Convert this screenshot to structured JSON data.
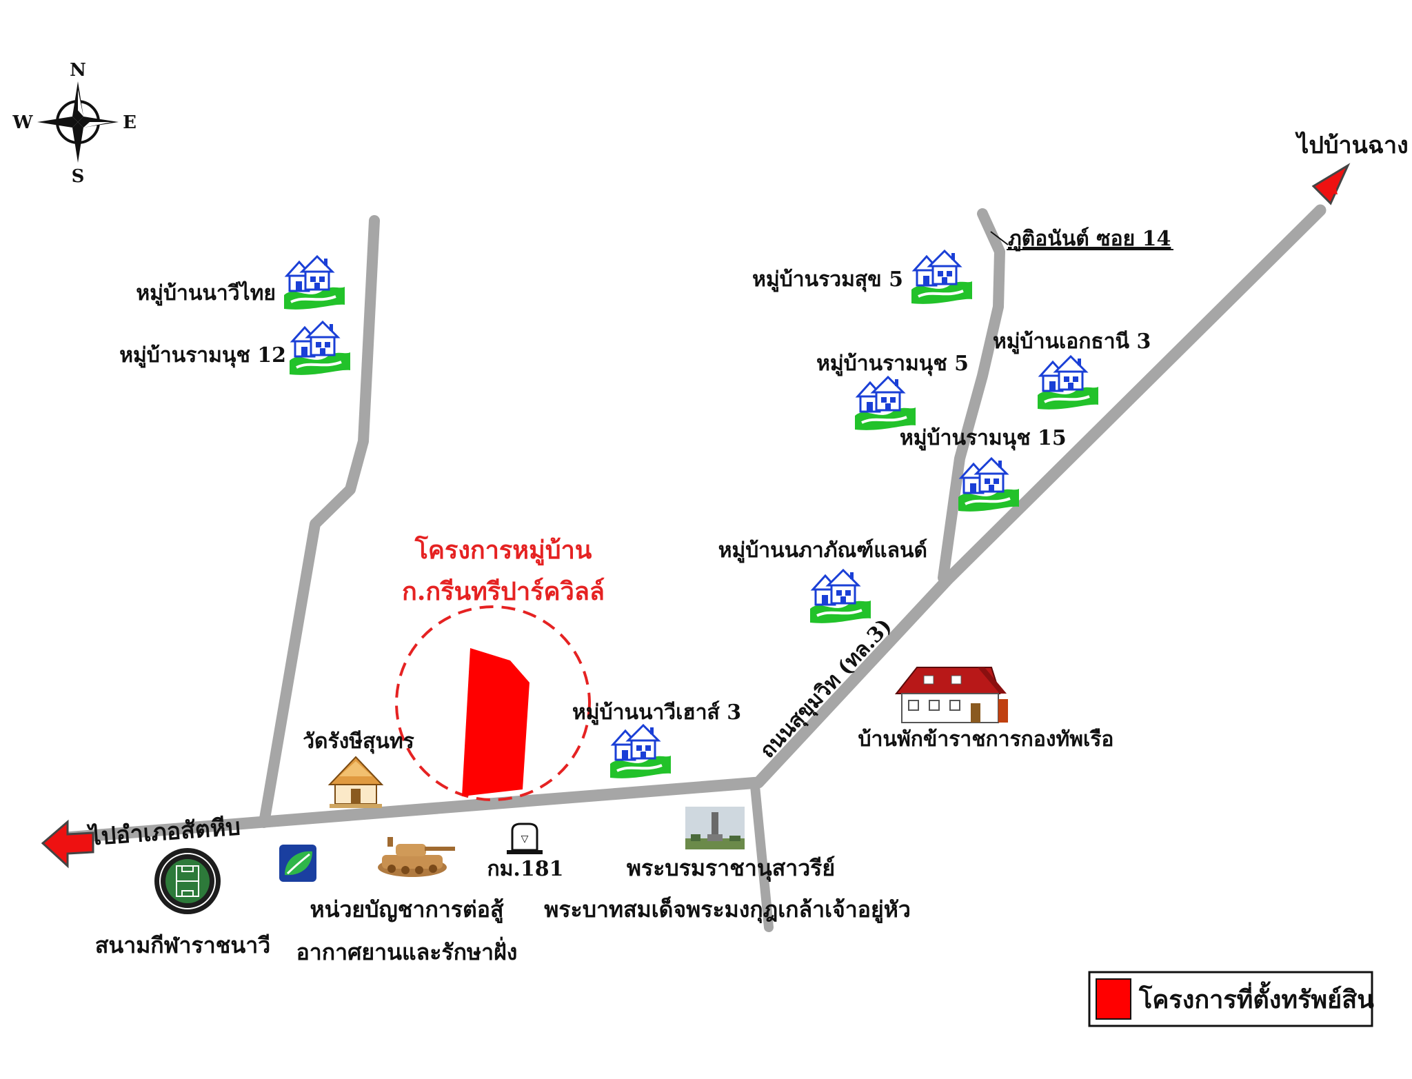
{
  "colors": {
    "road": "#a6a6a6",
    "project": "#ff0000",
    "project_label": "#e52222",
    "arrow": "#ee1111",
    "house_blue": "#1a3fd6",
    "house_green": "#22c22a",
    "text": "#111111"
  },
  "compass": {
    "n": "N",
    "s": "S",
    "e": "E",
    "w": "W"
  },
  "directions": {
    "to_ban_chang": "ไปบ้านฉาง",
    "to_sattahip": "ไปอำเภอสัตหีบ"
  },
  "project": {
    "line1": "โครงการหมู่บ้าน",
    "line2": "ก.กรีนทรีปาร์ควิลล์"
  },
  "roads": {
    "sukhumvit": "ถนนสุขุมวิท (ทล.3)",
    "soi": "ภูติอนันต์ ซอย 14"
  },
  "villages": {
    "navi_thai": "หมู่บ้านนาวีไทย",
    "rammanuch_12": "หมู่บ้านรามนุช  12",
    "ruamsuk_5": "หมู่บ้านรวมสุข  5",
    "aekthani_3": "หมู่บ้านเอกธานี  3",
    "rammanuch_5": "หมู่บ้านรามนุช 5",
    "rammanuch_15": "หมู่บ้านรามนุช 15",
    "napaphat_land": "หมู่บ้านนภาภัณฑ์แลนด์",
    "navi_house_3": "หมู่บ้านนาวีเฮาส์ 3"
  },
  "landmarks": {
    "wat": "วัดรังษีสุนทร",
    "navy_housing": "บ้านพักข้าราชการกองทัพเรือ",
    "km": "กม.181",
    "monument_1": "พระบรมราชานุสาวรีย์",
    "monument_2": "พระบาทสมเด็จพระมงกุฎเกล้าเจ้าอยู่หัว",
    "air_defense_1": "หน่วยบัญชาการต่อสู้",
    "air_defense_2": "อากาศยานและรักษาฝั่ง",
    "stadium": "สนามกีฬาราชนาวี"
  },
  "legend": {
    "label": "โครงการที่ตั้งทรัพย์สิน"
  }
}
